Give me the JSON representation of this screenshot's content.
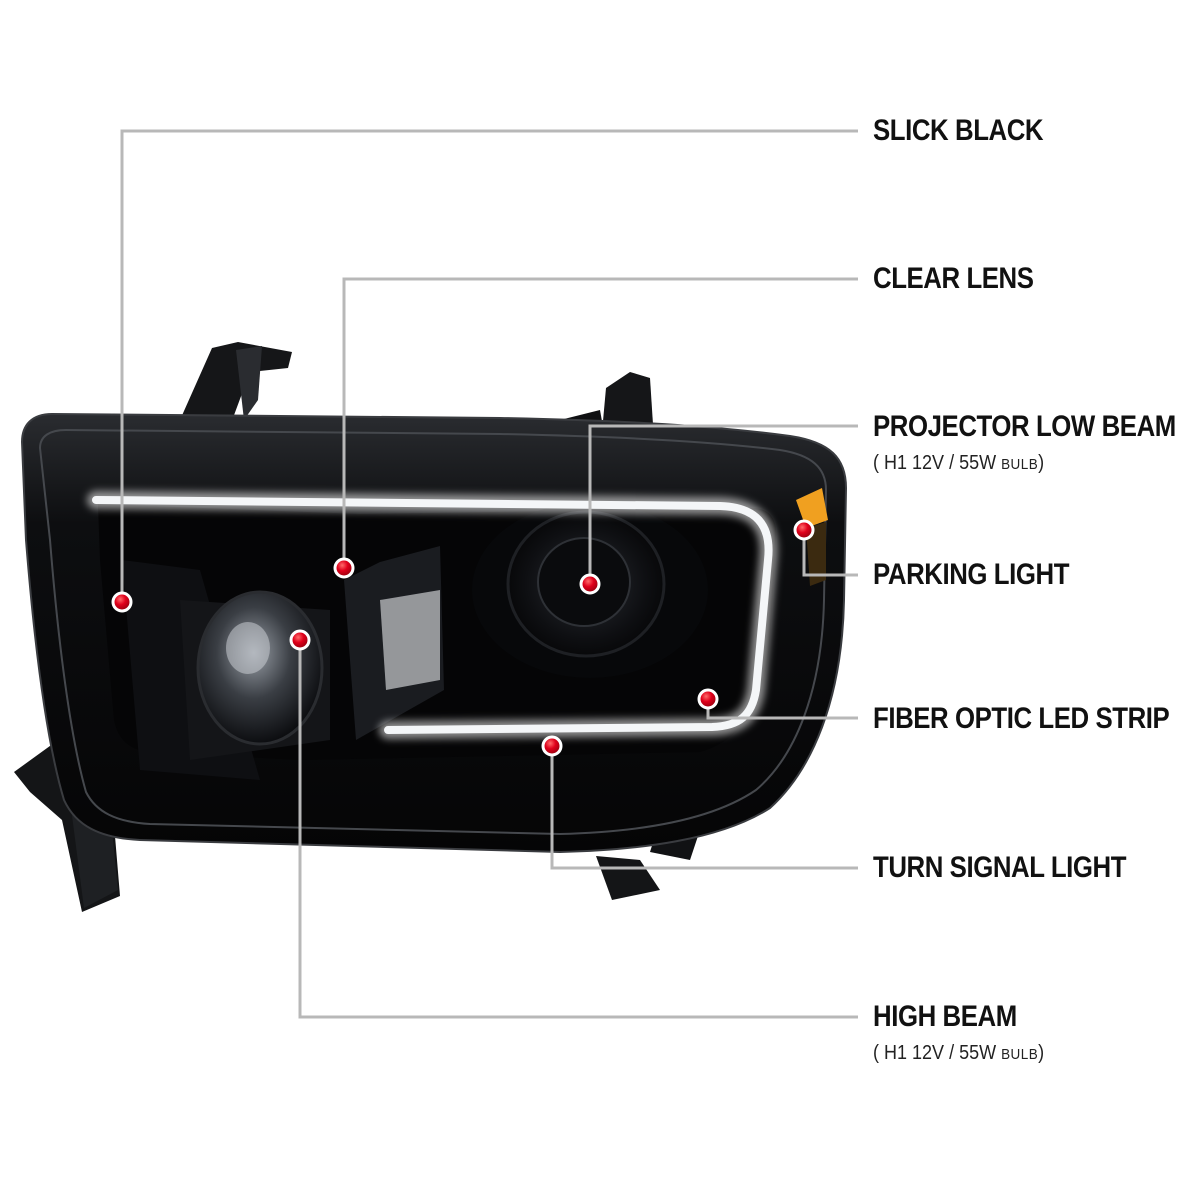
{
  "callouts": [
    {
      "id": "slick-black",
      "label": "SLICK BLACK"
    },
    {
      "id": "clear-lens",
      "label": "CLEAR LENS"
    },
    {
      "id": "projector-low-beam",
      "label": "PROJECTOR LOW BEAM",
      "spec": {
        "open": "(",
        "bulb_type": "H1",
        "spec_value": "12V / 55W",
        "bulb_word": "BULB",
        "close": ")"
      }
    },
    {
      "id": "parking-light",
      "label": "PARKING LIGHT"
    },
    {
      "id": "fiber-optic-led-strip",
      "label": "FIBER OPTIC LED STRIP"
    },
    {
      "id": "turn-signal-light",
      "label": "TURN SIGNAL LIGHT"
    },
    {
      "id": "high-beam",
      "label": "HIGH BEAM",
      "spec": {
        "open": "(",
        "bulb_type": "H1",
        "spec_value": "12V / 55W",
        "bulb_word": "BULB",
        "close": ")"
      }
    }
  ],
  "colors": {
    "leader_line": "#b8b8b8",
    "marker": "#e0001b",
    "housing": "#0b0b0d",
    "led_strip": "#f4f6f8",
    "amber": "#f0a020"
  }
}
